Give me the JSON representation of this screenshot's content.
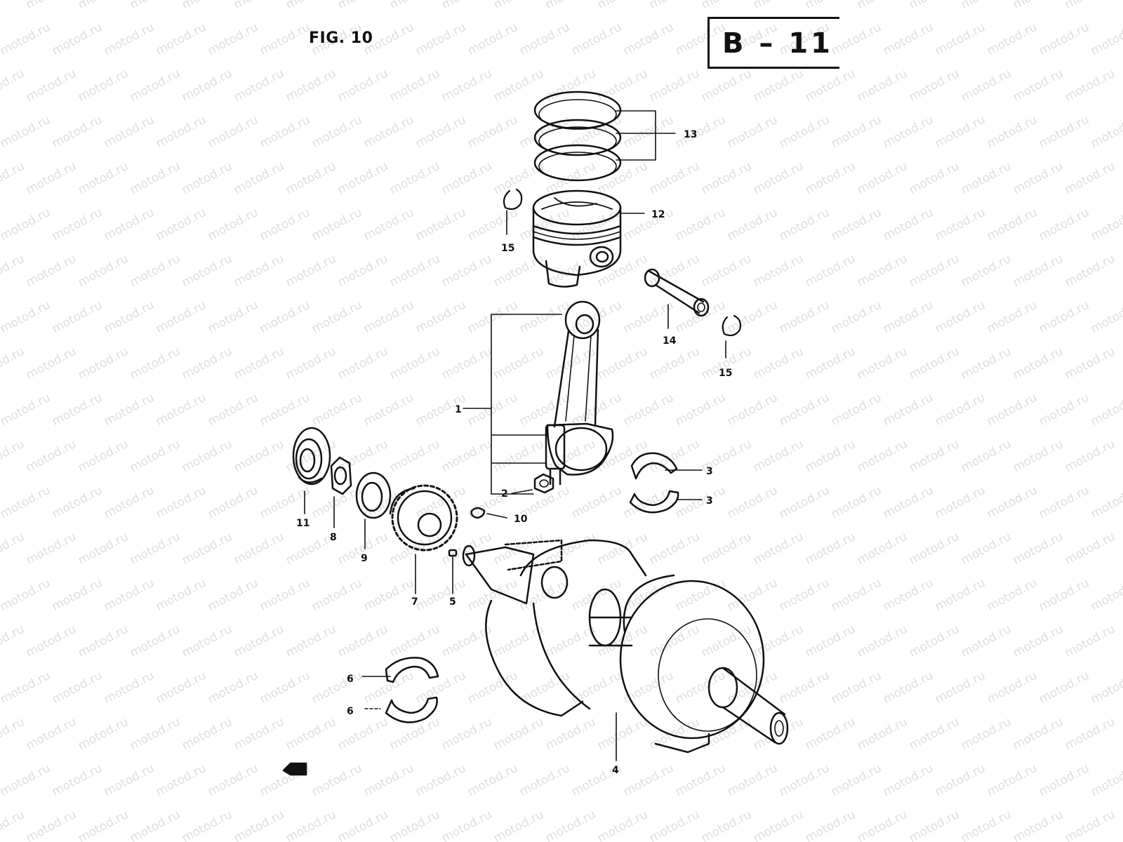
{
  "figure_label": "FIG. 10",
  "page_code": "B – 11",
  "watermark_text": "motod.ru",
  "callouts": [
    {
      "id": "c1",
      "label": "1"
    },
    {
      "id": "c2",
      "label": "2"
    },
    {
      "id": "c3a",
      "label": "3"
    },
    {
      "id": "c3b",
      "label": "3"
    },
    {
      "id": "c4",
      "label": "4"
    },
    {
      "id": "c5",
      "label": "5"
    },
    {
      "id": "c6a",
      "label": "6"
    },
    {
      "id": "c6b",
      "label": "6"
    },
    {
      "id": "c7",
      "label": "7"
    },
    {
      "id": "c8",
      "label": "8"
    },
    {
      "id": "c9",
      "label": "9"
    },
    {
      "id": "c10",
      "label": "10"
    },
    {
      "id": "c11",
      "label": "11"
    },
    {
      "id": "c12",
      "label": "12"
    },
    {
      "id": "c13",
      "label": "13"
    },
    {
      "id": "c14",
      "label": "14"
    },
    {
      "id": "c15a",
      "label": "15"
    },
    {
      "id": "c15b",
      "label": "15"
    }
  ]
}
